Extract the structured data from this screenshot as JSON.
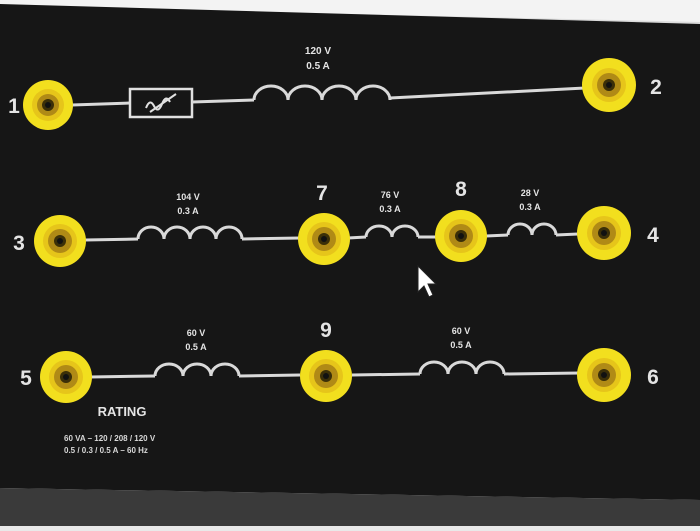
{
  "colors": {
    "panel": "#161616",
    "wire": "#d9d9d9",
    "terminal_yellow": "#f2df1e",
    "terminal_inner": "#b08a16",
    "text": "#e4e4e4"
  },
  "terminals": [
    {
      "id": "t1",
      "label": "1"
    },
    {
      "id": "t2",
      "label": "2"
    },
    {
      "id": "t3",
      "label": "3"
    },
    {
      "id": "t4",
      "label": "4"
    },
    {
      "id": "t5",
      "label": "5"
    },
    {
      "id": "t6",
      "label": "6"
    },
    {
      "id": "t7",
      "label": "7"
    },
    {
      "id": "t8",
      "label": "8"
    },
    {
      "id": "t9",
      "label": "9"
    }
  ],
  "windings": {
    "w1_2": {
      "voltage": "120 V",
      "current": "0.5 A"
    },
    "w3_7": {
      "voltage": "104 V",
      "current": "0.3 A"
    },
    "w7_8": {
      "voltage": "76 V",
      "current": "0.3 A"
    },
    "w8_4": {
      "voltage": "28 V",
      "current": "0.3 A"
    },
    "w5_9": {
      "voltage": "60 V",
      "current": "0.5 A"
    },
    "w9_6": {
      "voltage": "60 V",
      "current": "0.5 A"
    }
  },
  "protection_icon": "thermal-fuse-icon",
  "rating": {
    "title": "RATING",
    "line1": "60 VA – 120 / 208 / 120 V",
    "line2": "0.5 / 0.3 / 0.5 A – 60 Hz"
  }
}
